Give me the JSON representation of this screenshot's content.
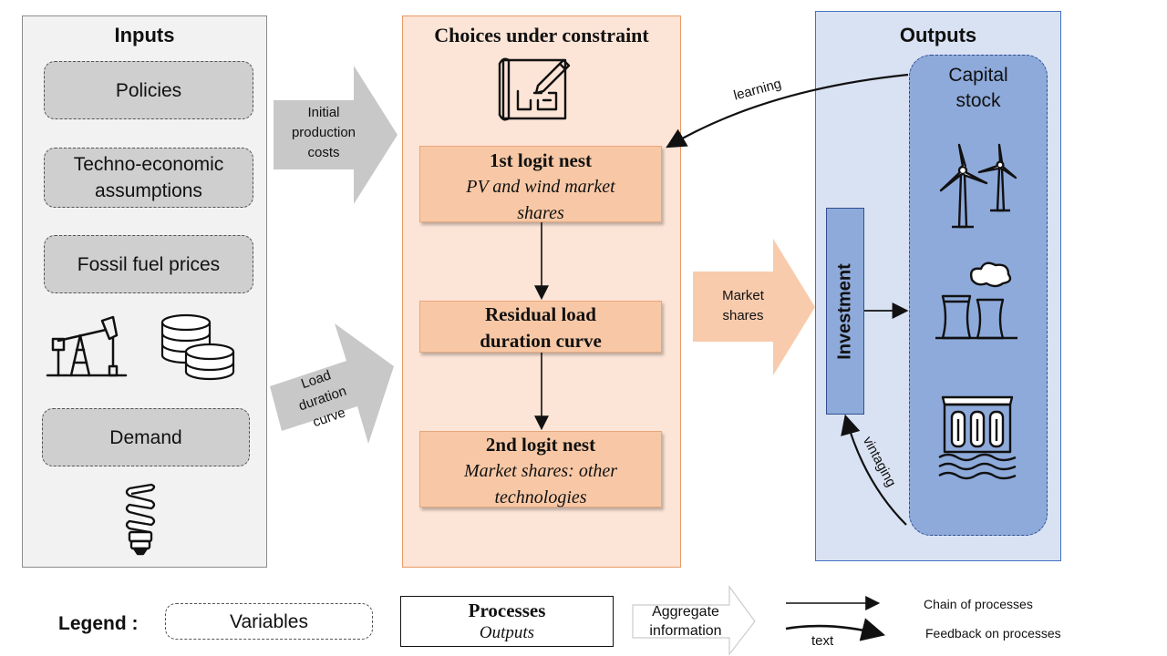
{
  "inputs": {
    "title": "Inputs",
    "variables": [
      "Policies",
      "Techno-economic assumptions",
      "Fossil fuel prices",
      "Demand"
    ]
  },
  "choices": {
    "title": "Choices under constraint",
    "nest1": {
      "title": "1st logit nest",
      "subtitle": "PV and wind market shares"
    },
    "rldc": {
      "title": "Residual load duration curve"
    },
    "nest2": {
      "title": "2nd logit nest",
      "subtitle": "Market shares: other technologies"
    }
  },
  "outputs": {
    "title": "Outputs",
    "capital_stock": "Capital stock",
    "investment": "Investment"
  },
  "arrows": {
    "initial_costs": "Initial production costs",
    "load_duration": "Load duration curve",
    "market_shares": "Market shares",
    "learning": "learning",
    "vintaging": "vintaging"
  },
  "legend": {
    "label": "Legend :",
    "variables": "Variables",
    "processes_title": "Processes",
    "processes_sub": "Outputs",
    "aggregate": "Aggregate information",
    "chain": "Chain of processes",
    "feedback": "Feedback on processes",
    "text_sample": "text"
  },
  "colors": {
    "inputs_bg": "#f2f2f2",
    "variable_bg": "#cfcfcf",
    "choices_bg": "#fce4d6",
    "process_bg": "#f8c8a6",
    "outputs_bg": "#d9e2f3",
    "capital_bg": "#8eaadb",
    "grey_arrow": "#c8c8c8",
    "peach_arrow": "#f8cbad"
  }
}
